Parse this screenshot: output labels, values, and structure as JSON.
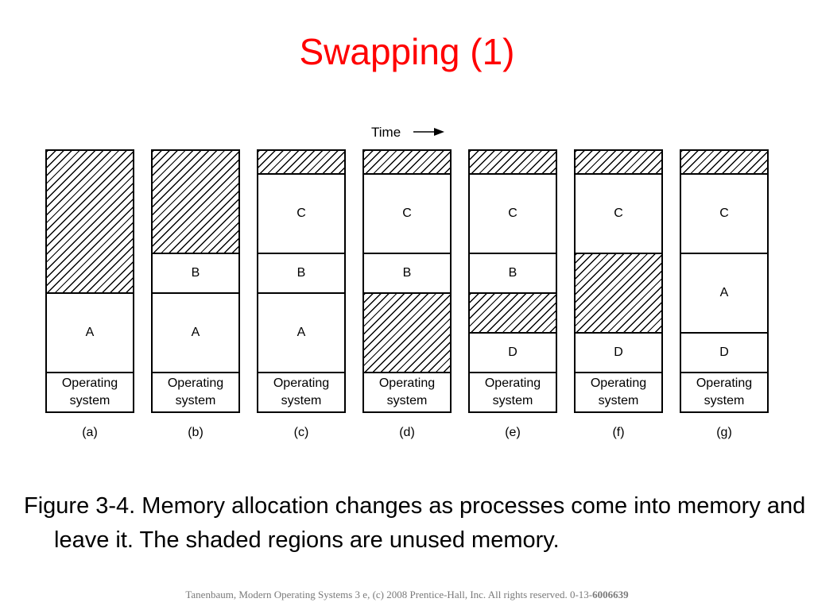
{
  "slide": {
    "title": "Swapping (1)",
    "time_label": "Time",
    "caption": "Figure 3-4. Memory allocation changes as processes come into memory and leave it. The shaded regions are unused memory.",
    "footer_text": "Tanenbaum, Modern Operating Systems 3 e, (c) 2008 Prentice-Hall, Inc. All rights reserved. 0-13-",
    "footer_bold": "6006639"
  },
  "colors": {
    "title": "#ff0000",
    "footer": "#7a7a7a"
  },
  "diagram": {
    "columns": [
      {
        "label": "(a)",
        "segments": [
          {
            "label": "",
            "hatched": true
          },
          {
            "label": "A",
            "hatched": false
          },
          {
            "label": "Operating\nsystem",
            "hatched": false
          }
        ]
      },
      {
        "label": "(b)",
        "segments": [
          {
            "label": "",
            "hatched": true
          },
          {
            "label": "B",
            "hatched": false
          },
          {
            "label": "A",
            "hatched": false
          },
          {
            "label": "Operating\nsystem",
            "hatched": false
          }
        ]
      },
      {
        "label": "(c)",
        "segments": [
          {
            "label": "",
            "hatched": true
          },
          {
            "label": "C",
            "hatched": false
          },
          {
            "label": "B",
            "hatched": false
          },
          {
            "label": "A",
            "hatched": false
          },
          {
            "label": "Operating\nsystem",
            "hatched": false
          }
        ]
      },
      {
        "label": "(d)",
        "segments": [
          {
            "label": "",
            "hatched": true
          },
          {
            "label": "C",
            "hatched": false
          },
          {
            "label": "B",
            "hatched": false
          },
          {
            "label": "",
            "hatched": true
          },
          {
            "label": "Operating\nsystem",
            "hatched": false
          }
        ]
      },
      {
        "label": "(e)",
        "segments": [
          {
            "label": "",
            "hatched": true
          },
          {
            "label": "C",
            "hatched": false
          },
          {
            "label": "B",
            "hatched": false
          },
          {
            "label": "",
            "hatched": true
          },
          {
            "label": "D",
            "hatched": false
          },
          {
            "label": "Operating\nsystem",
            "hatched": false
          }
        ]
      },
      {
        "label": "(f)",
        "segments": [
          {
            "label": "",
            "hatched": true
          },
          {
            "label": "C",
            "hatched": false
          },
          {
            "label": "",
            "hatched": true
          },
          {
            "label": "D",
            "hatched": false
          },
          {
            "label": "Operating\nsystem",
            "hatched": false
          }
        ]
      },
      {
        "label": "(g)",
        "segments": [
          {
            "label": "",
            "hatched": true
          },
          {
            "label": "C",
            "hatched": false
          },
          {
            "label": "A",
            "hatched": false
          },
          {
            "label": "D",
            "hatched": false
          },
          {
            "label": "Operating\nsystem",
            "hatched": false
          }
        ]
      }
    ]
  }
}
